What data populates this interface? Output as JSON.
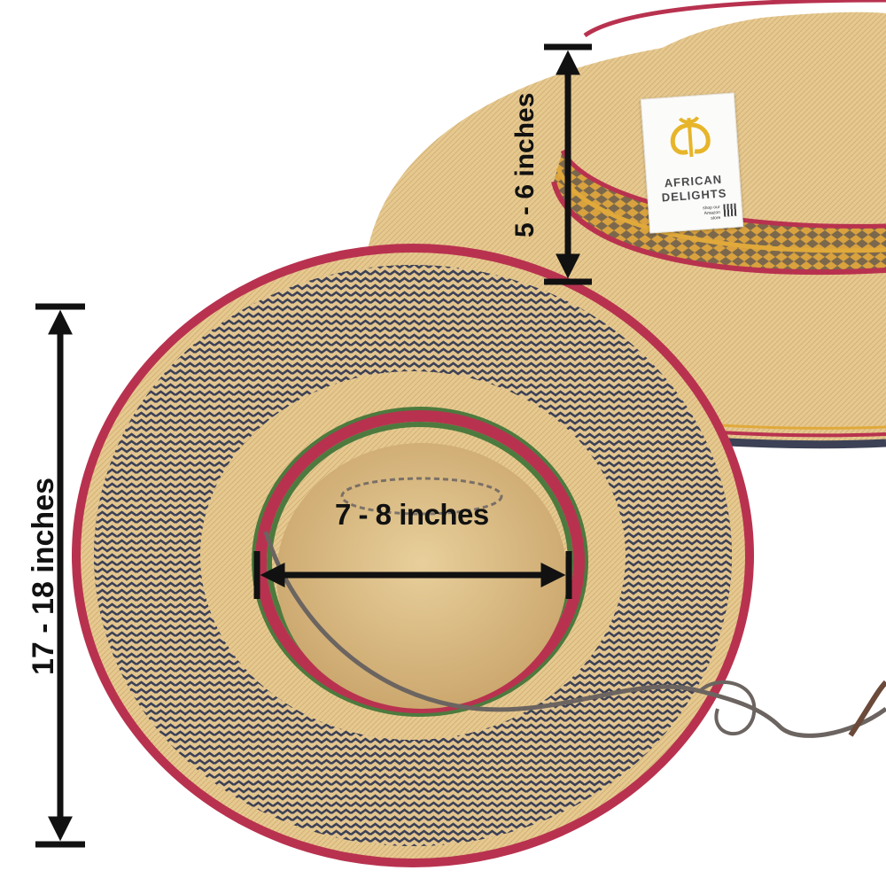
{
  "image": {
    "subject": "woven straw hats"
  },
  "measurements": {
    "crown_width": "7 - 8 inches",
    "brim_diameter": "17 - 18 inches",
    "crown_height": "5 - 6 inches"
  },
  "tag": {
    "brand_line_1": "AFRICAN",
    "brand_line_2": "DELIGHTS",
    "small_text": "shop our Amazon store",
    "logo_icon": "adinkra-symbol-icon"
  },
  "colors": {
    "straw": "#e6c98f",
    "straw_dark": "#c9a46a",
    "navy_weave": "#3c4155",
    "red_weave": "#b8324f",
    "yellow_weave": "#e0a93a",
    "green_weave": "#4d7a3e",
    "arrow": "#111111",
    "logo_gold": "#e7b52a"
  }
}
